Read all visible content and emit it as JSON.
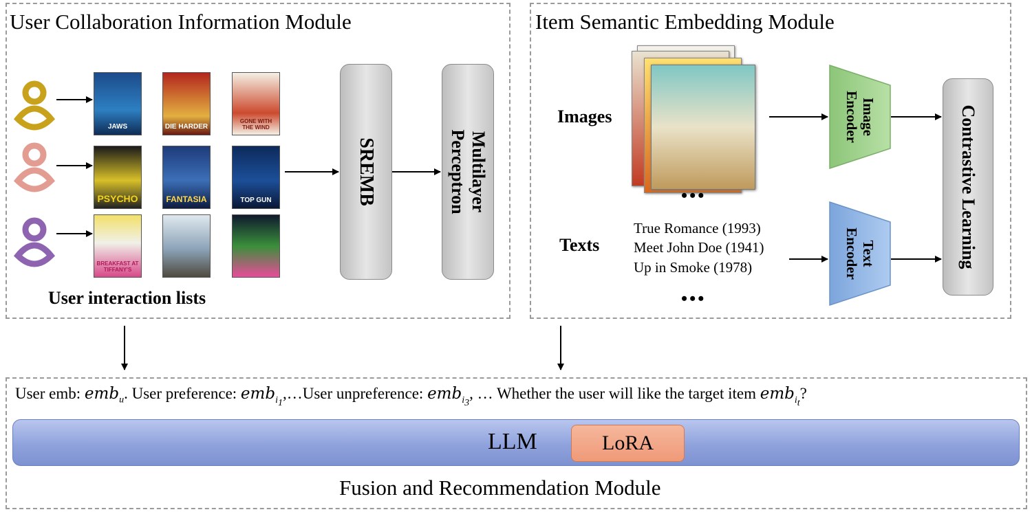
{
  "modules": {
    "user_collab": {
      "title": "User Collaboration Information Module",
      "caption": "User interaction lists"
    },
    "item_semantic": {
      "title": "Item Semantic Embedding Module"
    },
    "fusion": {
      "title": "Fusion and Recommendation Module"
    }
  },
  "blocks": {
    "sremb": "SREMB",
    "mlp_line1": "Multilayer",
    "mlp_line2": "Perceptron",
    "image_encoder_line1": "Image",
    "image_encoder_line2": "Encoder",
    "text_encoder_line1": "Text",
    "text_encoder_line2": "Encoder",
    "contrastive": "Contrastive Learning"
  },
  "labels": {
    "images": "Images",
    "texts": "Texts",
    "ellipsis": "•••"
  },
  "texts_list": [
    "True Romance (1993)",
    "Meet John Doe (1941)",
    "Up in Smoke (1978)"
  ],
  "posters": [
    [
      "JAWS",
      "DIE HARDER",
      "GONE WITH THE WIND"
    ],
    [
      "PSYCHO",
      "FANTASIA",
      "TOP GUN"
    ],
    [
      "BREAKFAST AT TIFFANY'S",
      "",
      ""
    ]
  ],
  "prompt": {
    "p1": "User emb: ",
    "emb": "emb",
    "sub_u": "u",
    "p2": ". User preference: ",
    "sub_i1": "i",
    "sub_i1_idx": "1",
    "p3": ",…User unpreference: ",
    "sub_i3": "i",
    "sub_i3_idx": "3",
    "p4": ", … Whether the user will like the target item ",
    "sub_it": "i",
    "sub_it_idx": "t",
    "p5": "?"
  },
  "llm": {
    "label": "LLM",
    "lora": "LoRA"
  },
  "colors": {
    "user1": "#c9a21c",
    "user2": "#e39c92",
    "user3": "#8e63b0",
    "image_encoder": "#9fd08b",
    "text_encoder": "#8fb5e6",
    "llm_bar": "#8fa2dc",
    "lora": "#ef9a78"
  }
}
